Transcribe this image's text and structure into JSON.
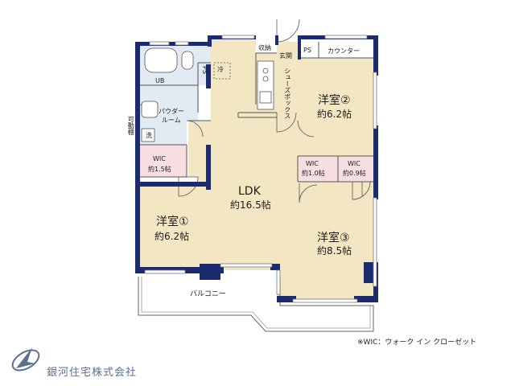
{
  "rooms": {
    "western1": {
      "name": "洋室①",
      "size": "約6.2帖"
    },
    "western2": {
      "name": "洋室②",
      "size": "約6.2帖"
    },
    "western3": {
      "name": "洋室③",
      "size": "約8.5帖"
    },
    "ldk": {
      "name": "LDK",
      "size": "約16.5帖"
    },
    "wic1": {
      "name": "WIC",
      "size": "約1.5帖"
    },
    "wic2": {
      "name": "WIC",
      "size": "約1.0帖"
    },
    "wic3": {
      "name": "WIC",
      "size": "約0.9帖"
    }
  },
  "labels": {
    "ub": "UB",
    "powder1": "パウダー",
    "powder2": "ルーム",
    "wash": "洗",
    "ps1": "PS",
    "ps2": "PS",
    "fridge": "冷",
    "storage": "収納",
    "entrance": "玄関",
    "counter": "カウンター",
    "shoebox": "シューズボックス",
    "movable_shelf": "可動棚",
    "balcony": "バルコニー"
  },
  "note": "※WIC：ウォーク イン クローゼット",
  "company": "銀河住宅株式会社",
  "colors": {
    "floor": "#f3e6c2",
    "wet_area": "#e2ebf3",
    "closet": "#f7dfe1",
    "wall": "#1c2a6e",
    "brand": "#5a7190"
  }
}
